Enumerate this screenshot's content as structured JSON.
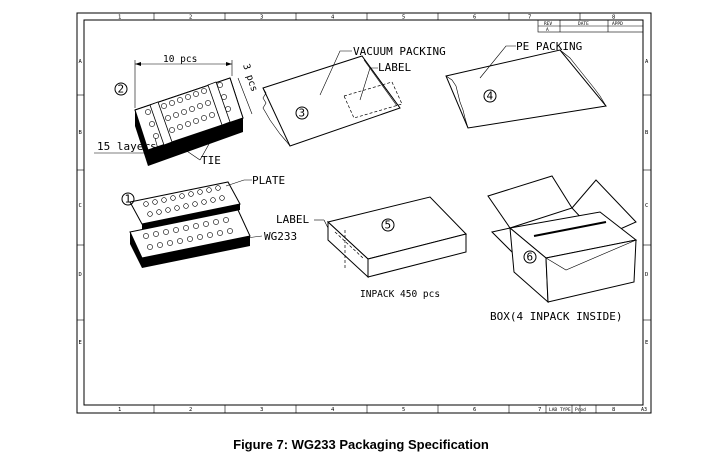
{
  "frame": {
    "top_numbers": [
      "1",
      "2",
      "3",
      "4",
      "5",
      "6",
      "7",
      "8"
    ],
    "bottom_numbers": [
      "1",
      "2",
      "3",
      "4",
      "5",
      "6",
      "7",
      "8"
    ],
    "left_letters": [
      "A",
      "B",
      "C",
      "D",
      "E"
    ],
    "right_letters": [
      "A",
      "B",
      "C",
      "D",
      "E"
    ],
    "revision_table": {
      "rev_header": "REV",
      "date_header": "DATE",
      "appd_header": "APPD",
      "rev_value": "A"
    },
    "title_block": {
      "sheet_type": "LAB TYPE",
      "prod": "Prod",
      "size": "A3"
    }
  },
  "labels": {
    "ten_pcs": "10 pcs",
    "three_pcs": "3 pcs",
    "fifteen_layers": "15 layers",
    "tie": "TIE",
    "vacuum_packing": "VACUUM PACKING",
    "label_top": "LABEL",
    "pe_packing": "PE PACKING",
    "plate": "PLATE",
    "label_mid": "LABEL",
    "part_number": "WG233",
    "inpack": "INPACK 450 pcs",
    "box": "BOX(4 INPACK INSIDE)"
  },
  "steps": [
    "1",
    "2",
    "3",
    "4",
    "5",
    "6"
  ],
  "caption": "Figure 7: WG233 Packaging Specification"
}
